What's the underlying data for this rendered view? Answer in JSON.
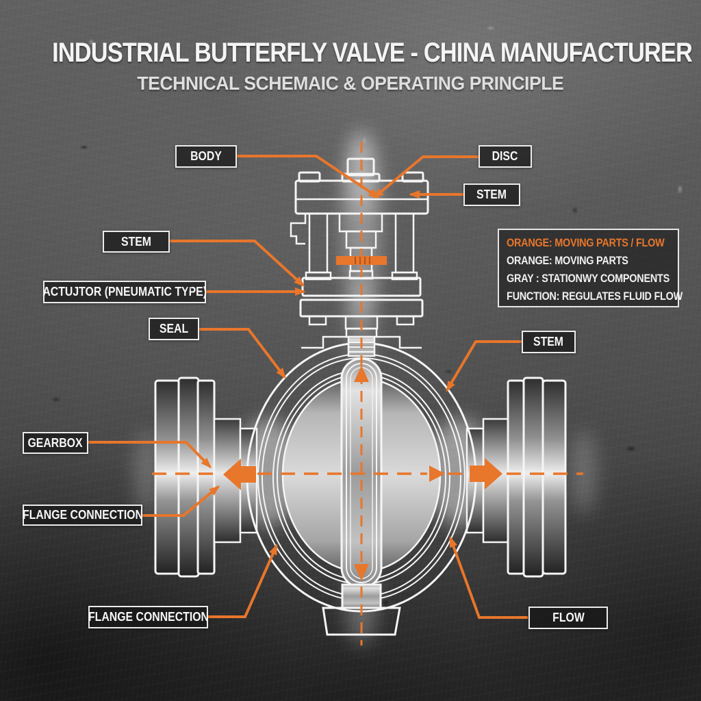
{
  "header": {
    "title": "INDUSTRIAL BUTTERFLY VALVE - CHINA MANUFACTURER",
    "subtitle": "TECHNICAL SCHEMAIC & OPERATING PRINCIPLE"
  },
  "labels": {
    "body": "BODY",
    "disc": "DISC",
    "stem_top_right": "STEM",
    "stem_left": "STEM",
    "actuator": "ACTUJTOR (PNEUMATIC TYPE)",
    "seal": "SEAL",
    "stem_right": "STEM",
    "gearbox": "GEARBOX",
    "flange_left": "FLANGE CONNECTION",
    "flange_bottom": "FLANGE CONNECTION",
    "flow": "FLOW"
  },
  "legend": {
    "line1": "ORANGE: MOVING PARTS / FLOW",
    "line2": "ORANGE: MOVING PARTS",
    "line3": "GRAY : STATIONWY COMPONENTS",
    "line4": "FUNCTION: REGULATES FLUID FLOW"
  },
  "colors": {
    "accent_orange": "#E8762B",
    "line_white": "#F5F5F5",
    "background_gray": "#4C4C4C"
  }
}
